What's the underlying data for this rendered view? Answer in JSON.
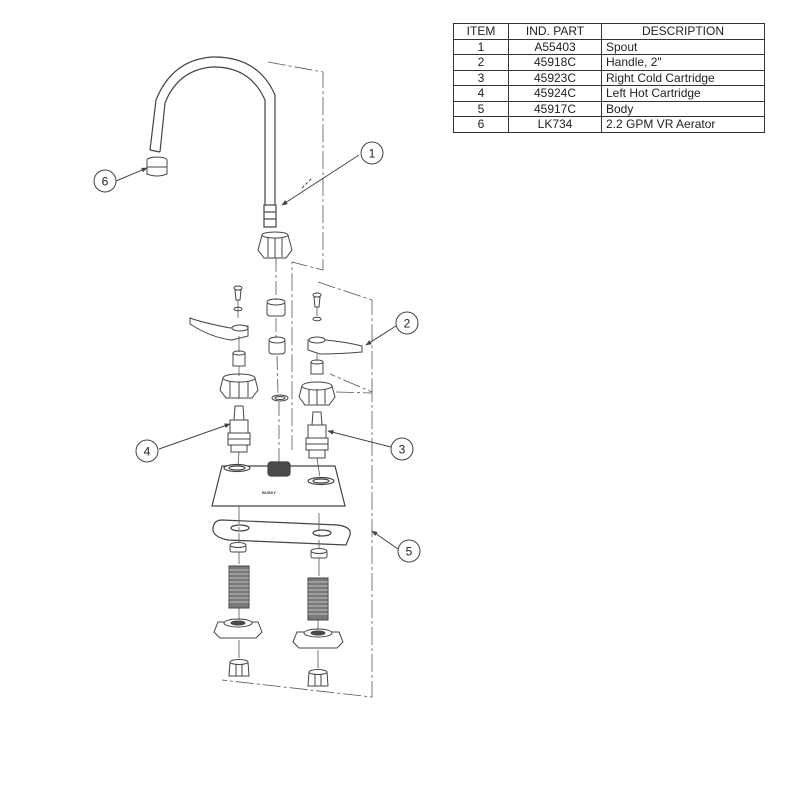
{
  "parts_table": {
    "headers": {
      "item": "ITEM",
      "part": "IND. PART",
      "description": "DESCRIPTION"
    },
    "rows": [
      {
        "item": "1",
        "part": "A55403",
        "description": "Spout"
      },
      {
        "item": "2",
        "part": "45918C",
        "description": "Handle, 2\""
      },
      {
        "item": "3",
        "part": "45923C",
        "description": "Right Cold Cartridge"
      },
      {
        "item": "4",
        "part": "45924C",
        "description": "Left Hot Cartridge"
      },
      {
        "item": "5",
        "part": "45917C",
        "description": "Body"
      },
      {
        "item": "6",
        "part": "LK734",
        "description": "2.2 GPM VR Aerator"
      }
    ]
  },
  "callouts": {
    "c1": "1",
    "c2": "2",
    "c3": "3",
    "c4": "4",
    "c5": "5",
    "c6": "6"
  },
  "body_brand": "BUSKY",
  "colors": {
    "line": "#444444",
    "part_fill": "#ffffff",
    "spring": "#6e6e6e",
    "nut_dark": "#4a4a4a"
  }
}
